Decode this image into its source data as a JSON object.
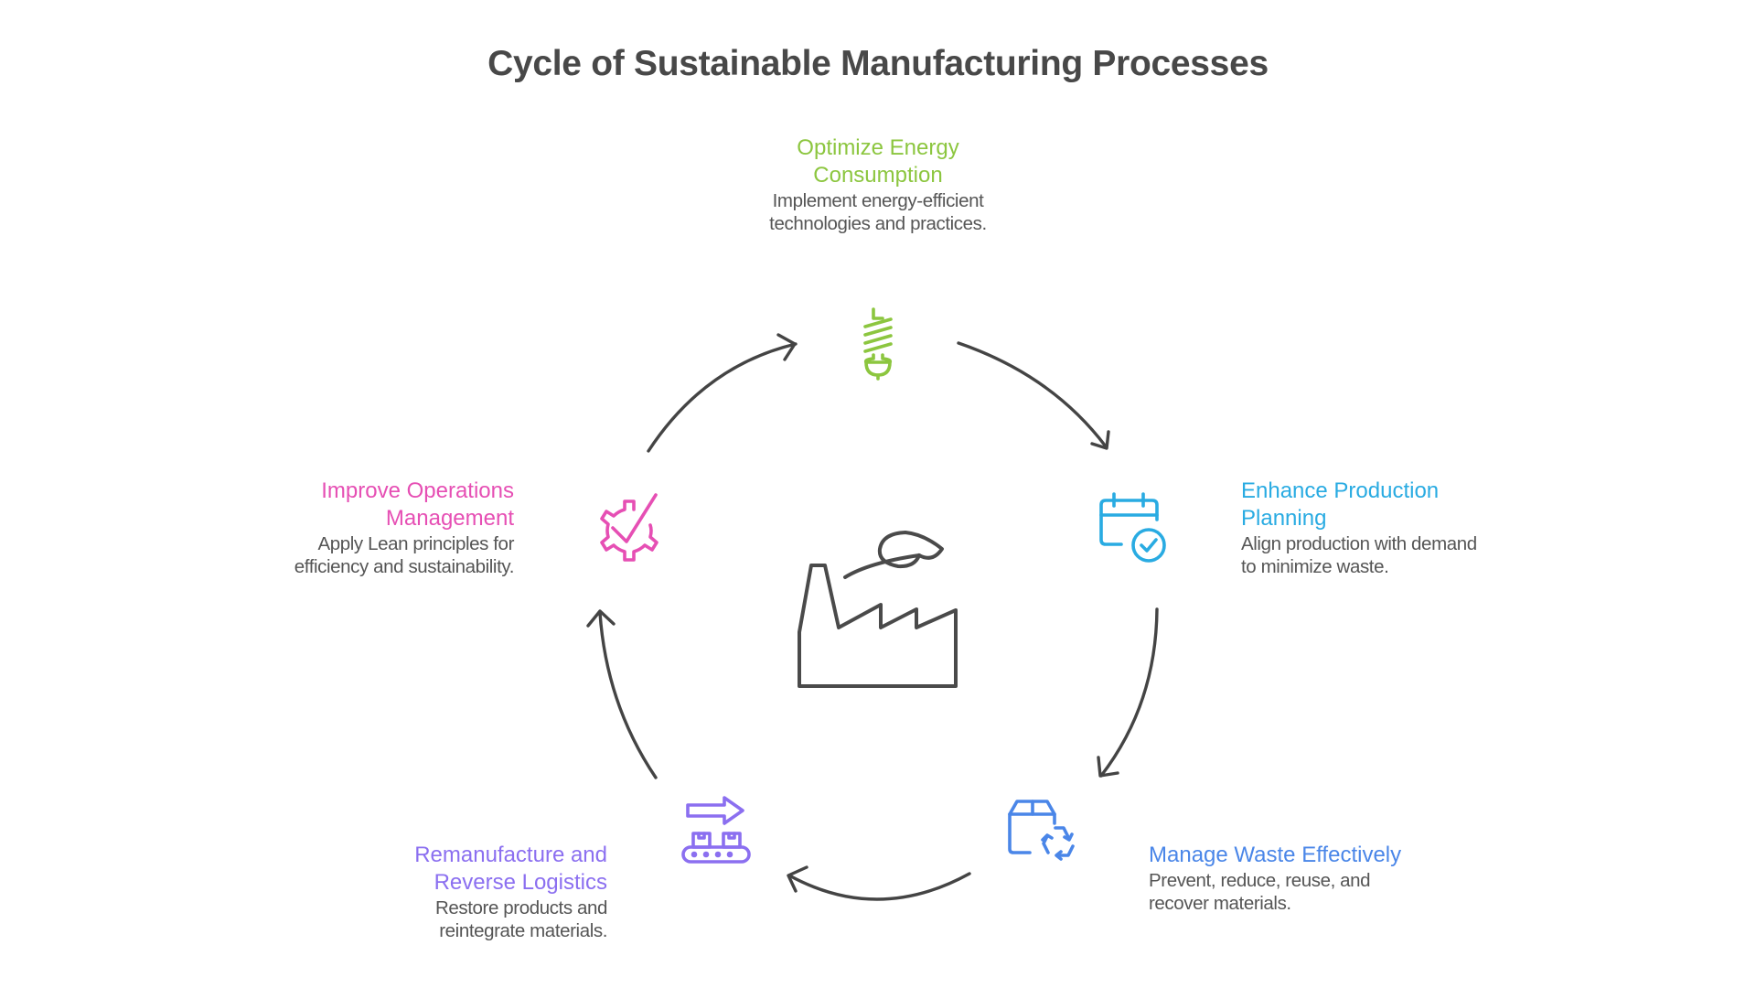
{
  "title": "Cycle of Sustainable Manufacturing Processes",
  "center_icon": "factory-leaf-icon",
  "steps": [
    {
      "title_line1": "Optimize Energy",
      "title_line2": "Consumption",
      "desc_line1": "Implement energy-efficient",
      "desc_line2": "technologies and practices.",
      "icon": "light-bulb-icon",
      "color": "#8cc63f"
    },
    {
      "title_line1": "Enhance Production",
      "title_line2": "Planning",
      "desc_line1": "Align production with demand",
      "desc_line2": "to minimize waste.",
      "icon": "calendar-check-icon",
      "color": "#29abe2"
    },
    {
      "title_line1": "Manage Waste Effectively",
      "title_line2": "",
      "desc_line1": "Prevent, reduce, reuse, and",
      "desc_line2": "recover materials.",
      "icon": "box-recycle-icon",
      "color": "#4a86e8"
    },
    {
      "title_line1": "Remanufacture and",
      "title_line2": "Reverse Logistics",
      "desc_line1": "Restore products and",
      "desc_line2": "reintegrate materials.",
      "icon": "conveyor-arrow-icon",
      "color": "#8b6ff0"
    },
    {
      "title_line1": "Improve Operations",
      "title_line2": "Management",
      "desc_line1": "Apply Lean principles for",
      "desc_line2": "efficiency and sustainability.",
      "icon": "gear-check-icon",
      "color": "#e64fb4"
    }
  ],
  "arrow_color": "#444444",
  "text_color": "#555555",
  "title_color": "#484848"
}
